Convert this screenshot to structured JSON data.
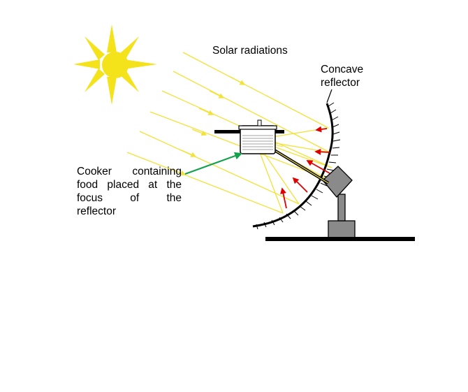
{
  "labels": {
    "solar_radiations": "Solar radiations",
    "concave_line1": "Concave",
    "concave_line2": "reflector",
    "cooker_line1": "Cooker containing",
    "cooker_line2": "food placed at the",
    "cooker_line3": "focus of the",
    "cooker_line4": "reflector"
  },
  "colors": {
    "sun": "#f4e21a",
    "rays": "#f2e23a",
    "reflected_arrows": "#e00000",
    "pointer_arrow": "#13a14b",
    "stand": "#8a8a8a",
    "structure": "#000000"
  }
}
